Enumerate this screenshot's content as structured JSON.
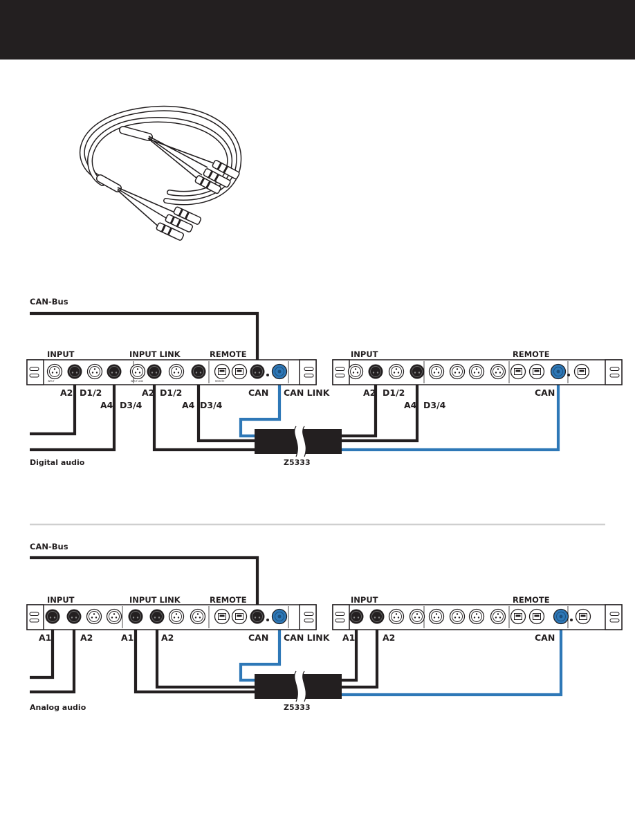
{
  "colors": {
    "header_bar": "#231f20",
    "ink": "#231f20",
    "can_link": "#2e78b7",
    "divider": "#cfcfcf"
  },
  "cable_illustration": {
    "icon": "breakout-cable-illustration"
  },
  "digital": {
    "bus_label": "CAN-Bus",
    "source_label": "Digital audio",
    "cable_label": "Z5333",
    "device1": {
      "sections": [
        "INPUT",
        "INPUT LINK",
        "REMOTE"
      ],
      "callouts": {
        "in_a2": "A2",
        "in_d12": "D1/2",
        "in_a4": "A4",
        "in_d34": "D3/4",
        "lk_a2": "A2",
        "lk_d12": "D1/2",
        "lk_a4": "A4",
        "lk_d34": "D3/4",
        "can": "CAN",
        "can_link": "CAN LINK"
      }
    },
    "device2": {
      "sections": [
        "INPUT",
        "REMOTE"
      ],
      "callouts": {
        "in_a2": "A2",
        "in_d12": "D1/2",
        "in_a4": "A4",
        "in_d34": "D3/4",
        "can": "CAN"
      }
    }
  },
  "analog": {
    "bus_label": "CAN-Bus",
    "source_label": "Analog audio",
    "cable_label": "Z5333",
    "device1": {
      "sections": [
        "INPUT",
        "INPUT LINK",
        "REMOTE"
      ],
      "callouts": {
        "in_a1": "A1",
        "in_a2": "A2",
        "lk_a1": "A1",
        "lk_a2": "A2",
        "can": "CAN",
        "can_link": "CAN LINK"
      }
    },
    "device2": {
      "sections": [
        "INPUT",
        "REMOTE"
      ],
      "callouts": {
        "in_a1": "A1",
        "in_a2": "A2",
        "can": "CAN"
      }
    }
  }
}
